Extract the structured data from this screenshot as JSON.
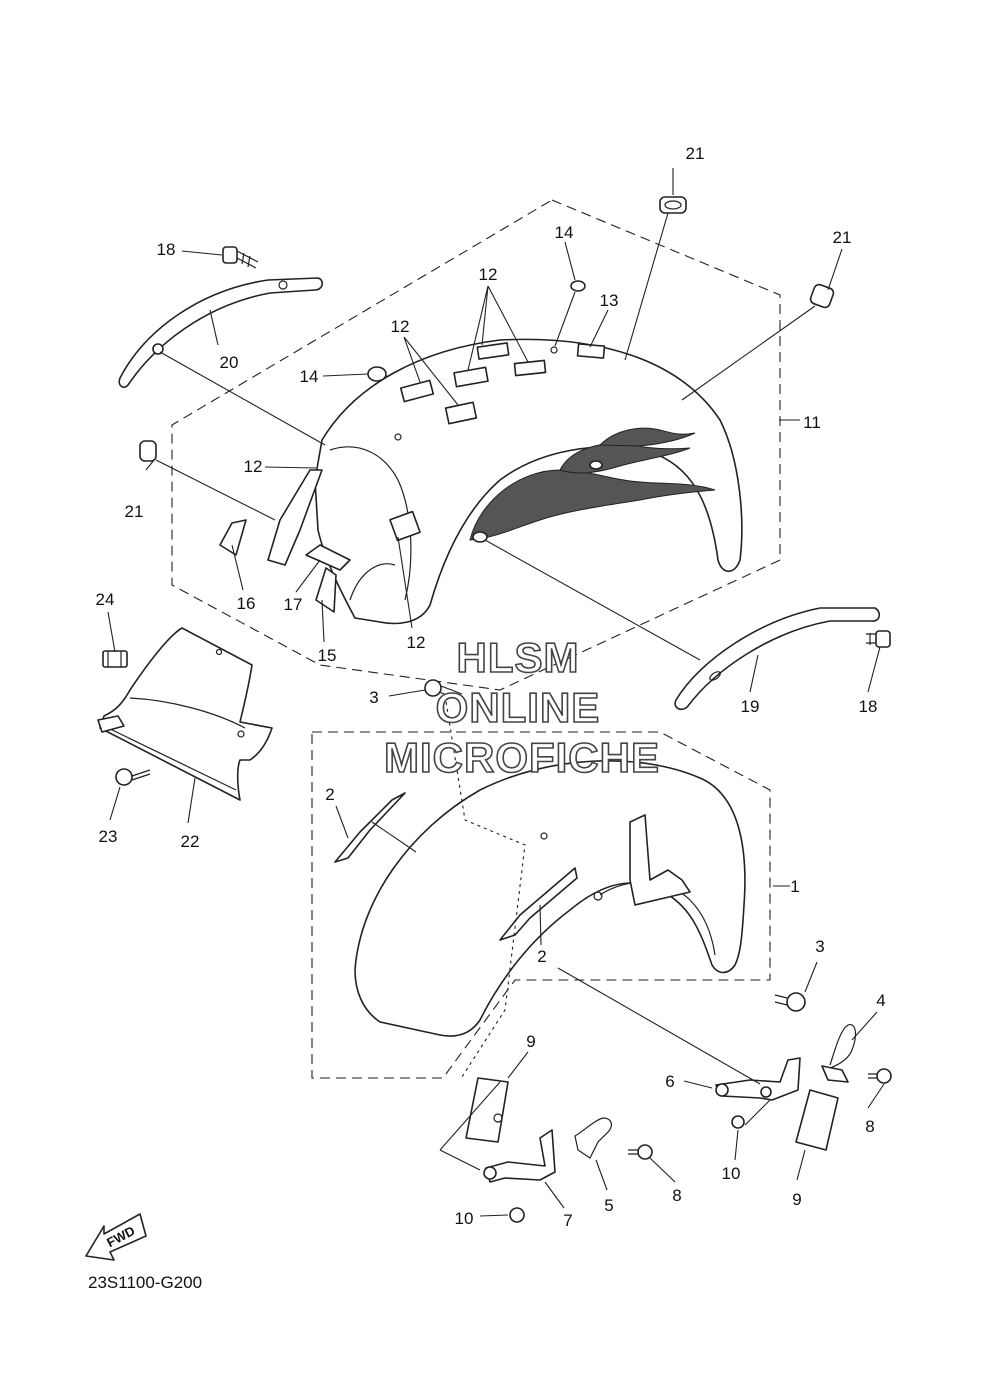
{
  "diagram_code": "23S1100-G200",
  "watermark": {
    "line1": "HLSM",
    "line2": "ONLINE",
    "line3": "MICROFICHE"
  },
  "fwd_label": "FWD",
  "callouts": {
    "c21a": "21",
    "c21b": "21",
    "c21c": "21",
    "c18a": "18",
    "c18b": "18",
    "c14a": "14",
    "c14b": "14",
    "c12a": "12",
    "c12b": "12",
    "c12c": "12",
    "c12d": "12",
    "c13": "13",
    "c11": "11",
    "c20": "20",
    "c19": "19",
    "c16": "16",
    "c17": "17",
    "c15": "15",
    "c24": "24",
    "c3a": "3",
    "c3b": "3",
    "c2a": "2",
    "c2b": "2",
    "c1": "1",
    "c4": "4",
    "c6": "6",
    "c8a": "8",
    "c8b": "8",
    "c9a": "9",
    "c9b": "9",
    "c10a": "10",
    "c10b": "10",
    "c5": "5",
    "c7": "7",
    "c22": "22",
    "c23": "23"
  }
}
